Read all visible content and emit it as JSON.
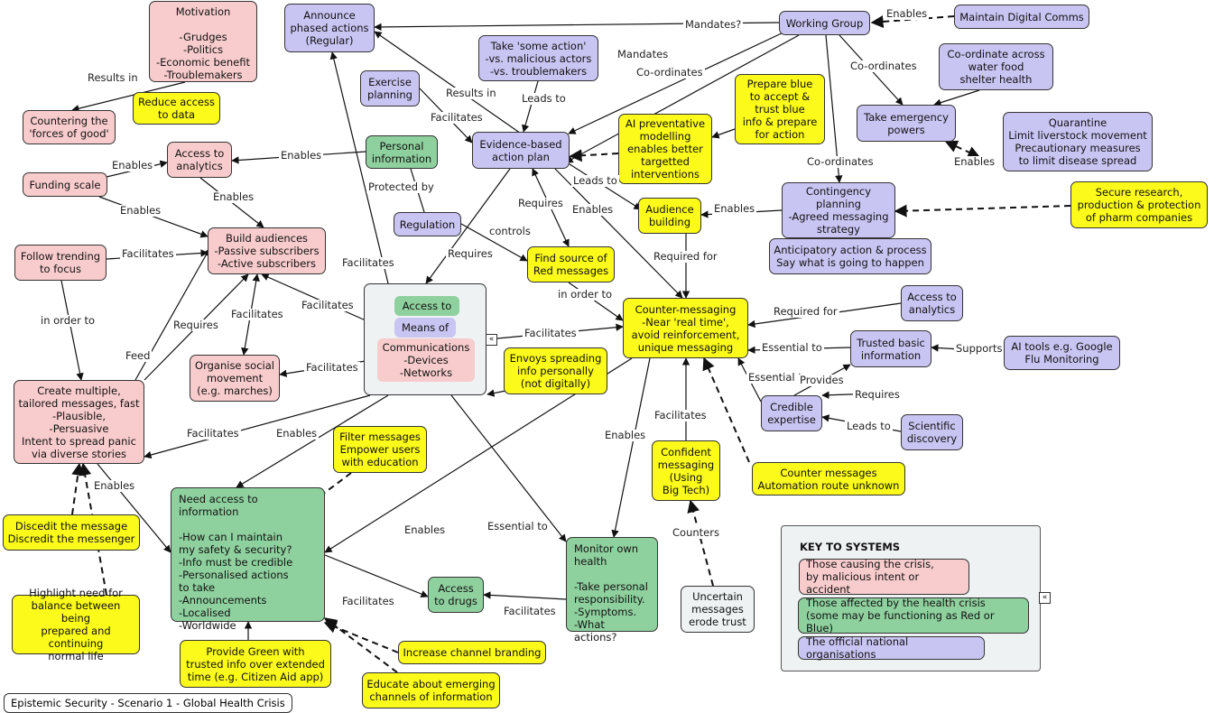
{
  "diagram": {
    "nodes": {
      "motivation": "Motivation\n\n-Grudges\n-Politics\n-Economic benefit\n-Troublemakers",
      "countering": "Countering the\n'forces of good'",
      "reduce_access": "Reduce access\nto data",
      "access_analytics_red": "Access to\nanalytics",
      "funding_scale": "Funding scale",
      "build_audiences": "Build audiences\n-Passive subscribers\n-Active subscribers",
      "follow_trending": "Follow trending\nto focus",
      "organise_social": "Organise social\nmovement\n(e.g. marches)",
      "create_multiple": "Create multiple,\ntailored messages, fast\n-Plausible,\n-Persuasive\nIntent to spread panic\nvia diverse stories",
      "announce_phased": "Announce\nphased actions\n(Regular)",
      "take_some_action": "Take 'some action'\n-vs. malicious actors\n-vs. troublemakers",
      "exercise_planning": "Exercise\nplanning",
      "personal_info": "Personal\ninformation",
      "regulation": "Regulation",
      "evidence_plan": "Evidence-based\naction plan",
      "working_group": "Working Group",
      "maintain_comms": "Maintain Digital Comms",
      "coordinate_water": "Co-ordinate across\nwater food\nshelter health",
      "take_emergency": "Take emergency\npowers",
      "quarantine": "Quarantine\nLimit liverstock movement\nPrecautionary measures\nto limit disease spread",
      "prepare_blue": "Prepare blue\nto accept &\ntrust blue\ninfo & prepare\nfor action",
      "ai_preventative": "AI preventative\nmodelling\nenables better\ntargetted\ninterventions",
      "audience_building": "Audience\nbuilding",
      "contingency": "Contingency\nplanning\n-Agreed messaging\nstrategy",
      "secure_research": "Secure research,\nproduction & protection\nof pharm companies",
      "anticipatory": "Anticipatory action & process\nSay what is going to happen",
      "find_source": "Find source of\nRed messages",
      "counter_messaging": "Counter-messaging\n-Near 'real time',\navoid reinforcement,\nunique messaging",
      "access_analytics_blue": "Access to\nanalytics",
      "trusted_basic": "Trusted basic\ninformation",
      "ai_tools": "AI tools e.g. Google\nFlu Monitoring",
      "credible_expertise": "Credible\nexpertise",
      "scientific_discovery": "Scientific\ndiscovery",
      "envoys": "Envoys spreading\ninfo personally\n(not digitally)",
      "confident_messaging": "Confident\nmessaging\n(Using\nBig Tech)",
      "counter_auto": "Counter messages\nAutomation route unknown",
      "uncertain": "Uncertain\nmessages\nerode trust",
      "filter_messages": "Filter messages\nEmpower users\nwith education",
      "need_access": "Need access to information\n\n-How can I maintain\nmy safety & security?\n-Info must be credible\n-Personalised actions\nto take\n-Announcements\n-Localised\n-Worldwide",
      "monitor_health": "Monitor own\nhealth\n\n-Take personal\nresponsibility.\n-Symptoms.\n-What actions?",
      "access_drugs": "Access\nto drugs",
      "discredit": "Discedit the message\nDiscredit the messenger",
      "highlight_need": "Highlight need for\nbalance between being\nprepared and continuing\nnormal life",
      "provide_green": "Provide Green with\ntrusted info over extended\ntime (e.g. Citizen Aid app)",
      "increase_branding": "Increase channel branding",
      "educate_channels": "Educate about emerging\nchannels of information"
    },
    "centre": {
      "access_to": "Access to",
      "means_of": "Means of",
      "communications": "Communications\n-Devices\n-Networks"
    },
    "edge_labels": {
      "results_in_1": "Results in",
      "enables_funding": "Enables",
      "enables_personal": "Enables",
      "enables_access": "Enables",
      "enables_funding2": "Enables",
      "facilitates_follow": "Facilitates",
      "in_order_to_1": "in order to",
      "feed": "Feed",
      "requires_1": "Requires",
      "facilitates_org": "Facilitates",
      "facilitates_centre1": "Facilitates",
      "facilitates_centre2": "Facilitates",
      "facilitates_up": "Facilitates",
      "facilitates_create": "Facilitates",
      "enables_need": "Enables",
      "enables_create": "Enables",
      "mandates_q": "Mandates?",
      "mandates": "Mandates",
      "coordinates_1": "Co-ordinates",
      "coordinates_2": "Co-ordinates",
      "coordinates_3": "Co-ordinates",
      "enables_wg": "Enables",
      "enables_quar": "Enables",
      "results_in_2": "Results in",
      "facilitates_ex": "Facilitates",
      "leads_to_1": "Leads to",
      "leads_to_2": "Leads to",
      "protected_by": "Protected by",
      "controls": "controls",
      "requires_2": "Requires",
      "requires_3": "Requires",
      "enables_ev": "Enables",
      "enables_cont": "Enables",
      "required_for_1": "Required for",
      "in_order_to_2": "in order to",
      "facilitates_cm": "Facilitates",
      "required_for_2": "Required for",
      "essential_to_1": "Essential to",
      "essential_to_2": "Essential to",
      "supports": "Supports",
      "provides": "Provides",
      "requires_4": "Requires",
      "leads_to_3": "Leads to",
      "facilitates_conf": "Facilitates",
      "enables_mon": "Enables",
      "counters": "Counters",
      "enables_need2": "Enables",
      "essential_to_3": "Essential to",
      "facilitates_drugs1": "Facilitates",
      "facilitates_drugs2": "Facilitates"
    },
    "key": {
      "title": "KEY TO SYSTEMS",
      "red_item": "Those causing the crisis,\nby malicious intent or accident",
      "green_item": "Those affected by the health crisis\n(some may be functioning as Red or Blue)",
      "purple_item": "The official national organisations"
    },
    "footer": "Epistemic Security - Scenario 1 - Global Health Crisis",
    "collapse_glyph": "«",
    "colors": {
      "red": "#f8cccc",
      "green": "#8fd19e",
      "purple": "#c9c5f3",
      "yellow": "#fbfa1a",
      "grey": "#eef2f3"
    }
  }
}
